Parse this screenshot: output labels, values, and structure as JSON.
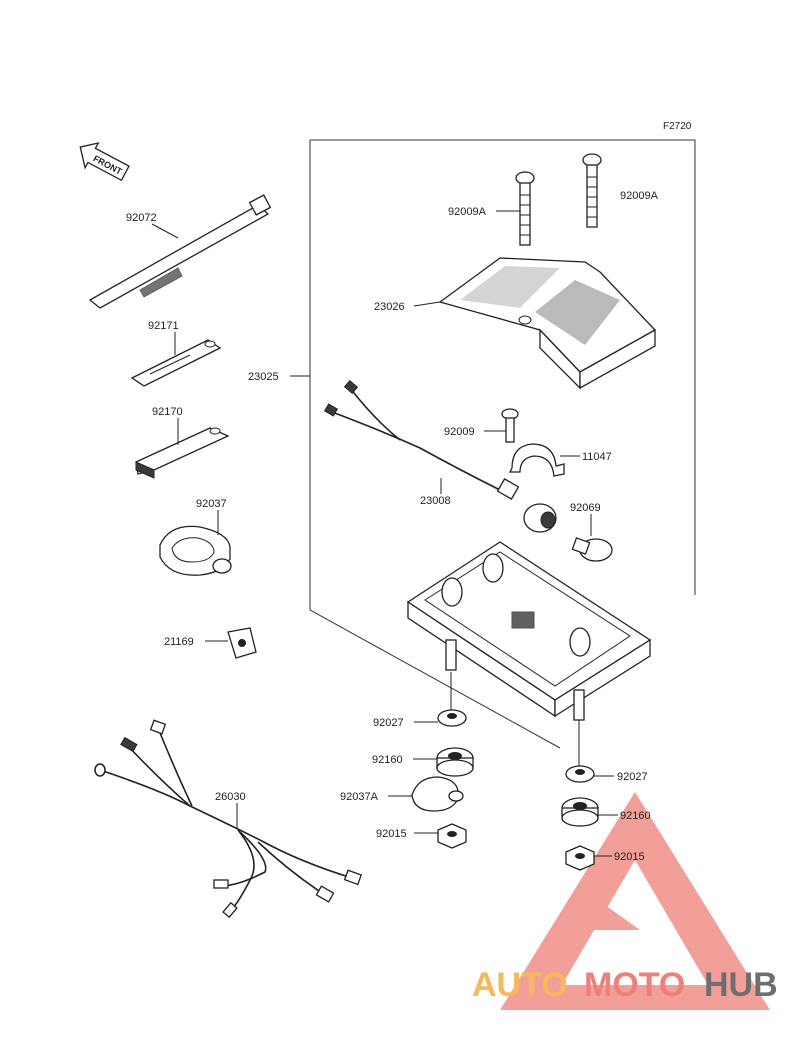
{
  "diagram_code": "F2720",
  "front_label": "FRONT",
  "parts": {
    "p92072": "92072",
    "p92171": "92171",
    "p92170": "92170",
    "p92037": "92037",
    "p21169": "21169",
    "p26030": "26030",
    "p92009A_left": "92009A",
    "p92009A_right": "92009A",
    "p23026": "23026",
    "p23025": "23025",
    "p92009": "92009",
    "p11047": "11047",
    "p23008": "23008",
    "p92069": "92069",
    "p92027_left": "92027",
    "p92160_left": "92160",
    "p92037A": "92037A",
    "p92015_left": "92015",
    "p92027_right": "92027",
    "p92160_right": "92160",
    "p92015_right": "92015"
  },
  "watermark": {
    "part1": "AUTO",
    "part2": "MOTO",
    "part3": "HUB",
    "color1": "#f5b85a",
    "color2": "#ef7f78",
    "color3": "#6e6e6e"
  }
}
